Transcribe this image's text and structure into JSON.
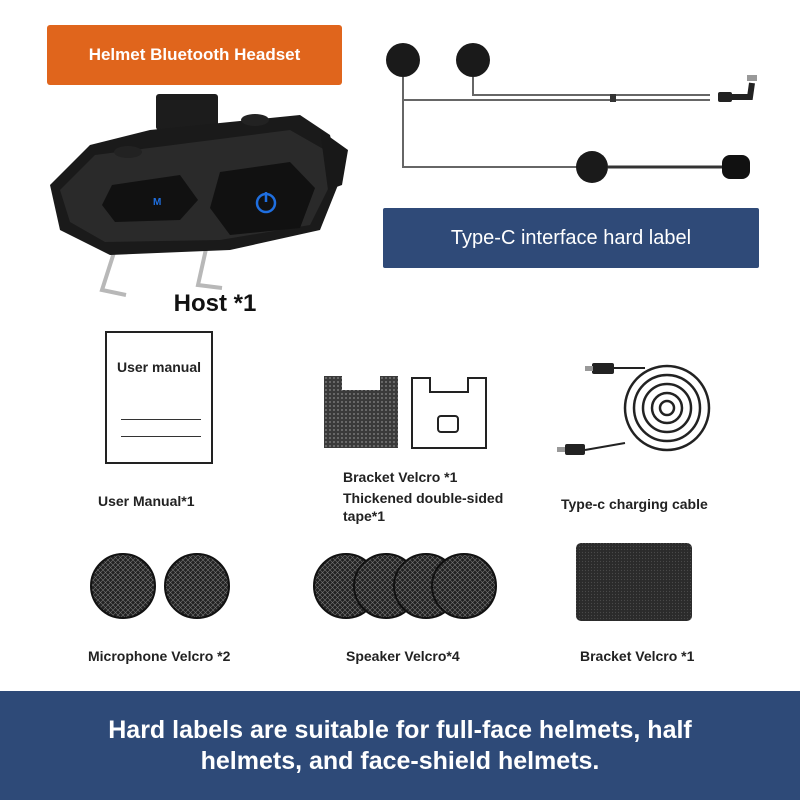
{
  "header": {
    "badge_label": "Helmet Bluetooth Headset"
  },
  "host": {
    "label": "Host *1",
    "button_m": "M"
  },
  "typec": {
    "banner_label": "Type-C interface hard label"
  },
  "manual": {
    "card_title": "User manual",
    "caption": "User Manual*1"
  },
  "bracket_tape": {
    "caption_line1": "Bracket Velcro *1",
    "caption_line2": "Thickened double-sided",
    "caption_line3": "tape*1"
  },
  "cable": {
    "caption": "Type-c charging cable"
  },
  "mic_velcro": {
    "caption": "Microphone Velcro *2"
  },
  "speaker_velcro": {
    "caption": "Speaker Velcro*4"
  },
  "bracket_velcro": {
    "caption": "Bracket Velcro *1"
  },
  "footer": {
    "text": "Hard labels are suitable for full-face helmets, half helmets, and face-shield helmets."
  },
  "colors": {
    "accent_orange": "#e0651c",
    "banner_blue": "#2e4a78",
    "led_blue": "#1f6fe0"
  }
}
